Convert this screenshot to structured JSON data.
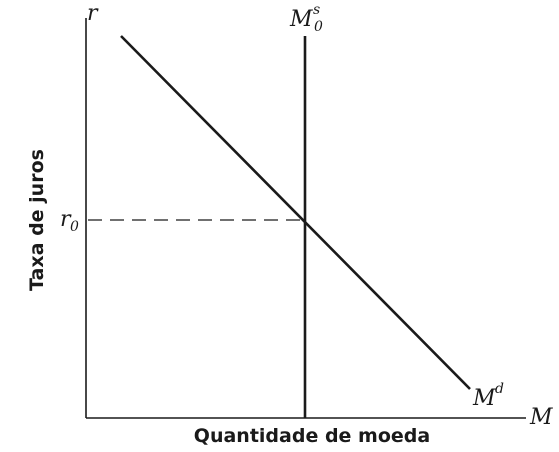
{
  "diagram": {
    "y_axis_symbol": "r",
    "x_axis_symbol": "M",
    "y_axis_title": "Taxa de juros",
    "x_axis_title": "Quantidade de moeda",
    "money_supply_label": {
      "main": "M",
      "sup": "s",
      "sub": "0"
    },
    "money_demand_label": {
      "main": "M",
      "sup": "d"
    },
    "equilibrium_rate_label": {
      "main": "r",
      "sub": "0"
    }
  }
}
